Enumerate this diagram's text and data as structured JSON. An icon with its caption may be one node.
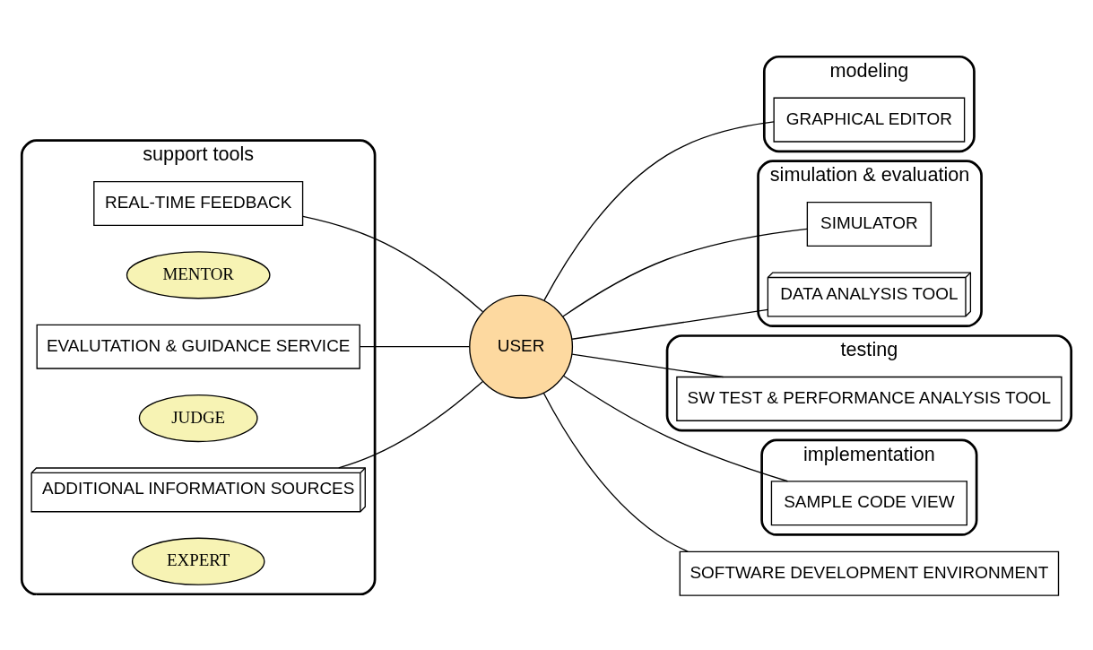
{
  "diagram": {
    "nodes": [
      {
        "text": [
          "support tools"
        ]
      },
      {
        "text": [
          "REAL-TIME FEEDBACK"
        ],
        "in": 0
      },
      {
        "text": [
          "MENTOR"
        ],
        "in": 0
      },
      {
        "text": [
          "EVALUTATION & GUIDANCE SERVICE"
        ],
        "in": 0
      },
      {
        "text": [
          "JUDGE"
        ],
        "in": 0
      },
      {
        "text": [
          "ADDITIONAL INFORMATION SOURCES"
        ],
        "in": 0
      },
      {
        "text": [
          "EXPERT"
        ],
        "in": 0
      },
      {
        "text": [
          "modeling"
        ]
      },
      {
        "text": [
          "GRAPHICAL EDITOR"
        ],
        "in": 7
      },
      {
        "text": [
          "simulation & evaluation"
        ]
      },
      {
        "text": [
          "SIMULATOR"
        ],
        "in": 9
      },
      {
        "text": [
          "DATA ANALYSIS TOOL"
        ],
        "in": 9
      },
      {
        "text": [
          "USER"
        ]
      },
      {
        "text": [
          "testing"
        ]
      },
      {
        "text": [
          "SW TEST & PERFORMANCE ANALYSIS TOOL"
        ],
        "in": 13
      },
      {
        "text": [
          "implementation"
        ]
      },
      {
        "text": [
          "SOFTWARE DEVELOPMENT ENVIRONMENT"
        ]
      },
      {
        "text": [
          "SAMPLE CODE VIEW"
        ],
        "in": 15
      }
    ],
    "edges": [
      {
        "from": 1,
        "to": 12,
        "arrow": "none"
      },
      {
        "from": 3,
        "to": 12,
        "arrow": "none"
      },
      {
        "from": 5,
        "to": 12,
        "arrow": "none"
      },
      {
        "from": 12,
        "to": 8,
        "arrow": "none"
      },
      {
        "from": 12,
        "to": 10,
        "arrow": "none"
      },
      {
        "from": 12,
        "to": 11,
        "arrow": "none"
      },
      {
        "from": 12,
        "to": 14,
        "arrow": "none"
      },
      {
        "from": 12,
        "to": 16,
        "arrow": "none"
      },
      {
        "from": 12,
        "to": 17,
        "arrow": "none"
      }
    ]
  }
}
